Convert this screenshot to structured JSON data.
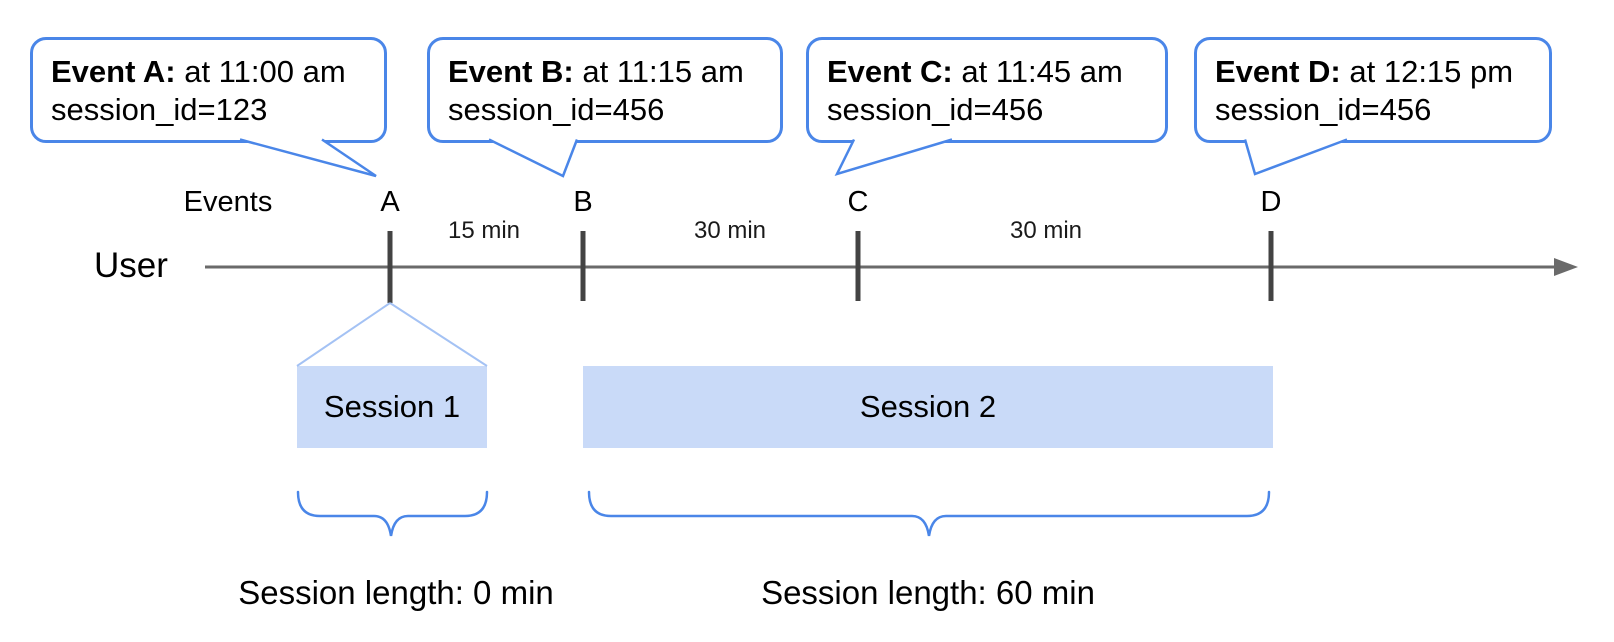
{
  "callouts": [
    {
      "name": "Event A:",
      "time": "at 11:00 am",
      "session": "session_id=123"
    },
    {
      "name": "Event B:",
      "time": "at 11:15 am",
      "session": "session_id=456"
    },
    {
      "name": "Event C:",
      "time": "at 11:45 am",
      "session": "session_id=456"
    },
    {
      "name": "Event D:",
      "time": "at 12:15 pm",
      "session": "session_id=456"
    }
  ],
  "timeline": {
    "events_label": "Events",
    "user_label": "User",
    "markers": [
      {
        "label": "A"
      },
      {
        "label": "B"
      },
      {
        "label": "C"
      },
      {
        "label": "D"
      }
    ],
    "intervals": [
      {
        "label": "15 min"
      },
      {
        "label": "30 min"
      },
      {
        "label": "30 min"
      }
    ]
  },
  "sessions": [
    {
      "label": "Session 1",
      "length_label": "Session length: 0 min"
    },
    {
      "label": "Session 2",
      "length_label": "Session length: 60 min"
    }
  ],
  "colors": {
    "accent_blue": "#4a86e8",
    "session_fill": "#c9daf8",
    "funnel_line": "#a4c2f4",
    "axis_gray": "#6a6a6a",
    "tick_gray": "#434343"
  }
}
